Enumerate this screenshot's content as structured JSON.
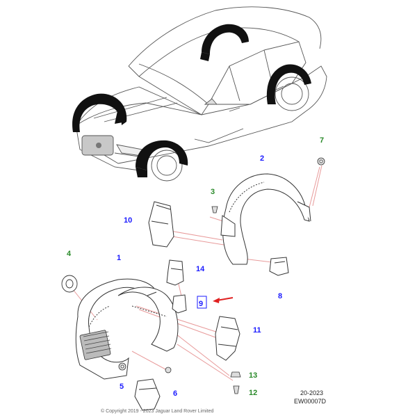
{
  "callouts": [
    {
      "id": "c1",
      "label": "1",
      "color": "#1a1aff"
    },
    {
      "id": "c2",
      "label": "2",
      "color": "#1a1aff"
    },
    {
      "id": "c3",
      "label": "3",
      "color": "#2a8a2a"
    },
    {
      "id": "c4",
      "label": "4",
      "color": "#2a8a2a"
    },
    {
      "id": "c5",
      "label": "5",
      "color": "#1a1aff"
    },
    {
      "id": "c6",
      "label": "6",
      "color": "#1a1aff"
    },
    {
      "id": "c7",
      "label": "7",
      "color": "#2a8a2a"
    },
    {
      "id": "c8",
      "label": "8",
      "color": "#1a1aff"
    },
    {
      "id": "c9",
      "label": "9",
      "color": "#1a1aff"
    },
    {
      "id": "c10",
      "label": "10",
      "color": "#1a1aff"
    },
    {
      "id": "c11",
      "label": "11",
      "color": "#1a1aff"
    },
    {
      "id": "c12",
      "label": "12",
      "color": "#2a8a2a"
    },
    {
      "id": "c13",
      "label": "13",
      "color": "#2a8a2a"
    },
    {
      "id": "c14",
      "label": "14",
      "color": "#1a1aff"
    }
  ],
  "footer": {
    "ref_number": "20-2023",
    "drawing_code": "EW00007D",
    "copyright": "© Copyright 2019 - 2023 Jaguar Land Rover Limited"
  },
  "colors": {
    "leader_line": "#e89a9a",
    "indicator_arrow": "#e02020",
    "part_outline": "#333333",
    "wheel_arch_liner": "#111111"
  }
}
